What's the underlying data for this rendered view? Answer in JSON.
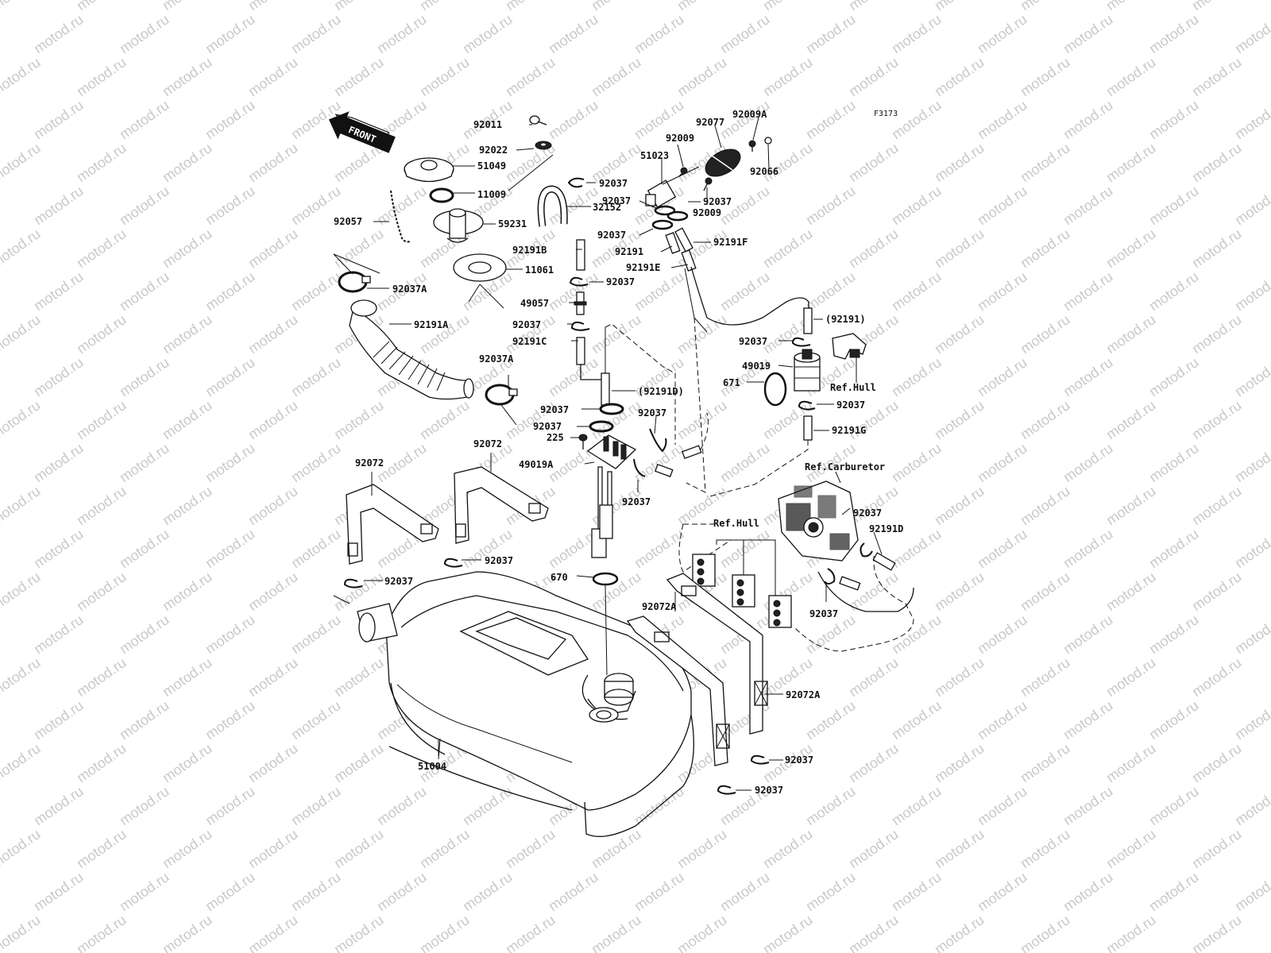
{
  "watermark": "motod.ru",
  "figure_code": "F3173",
  "front_label": "FRONT",
  "labels": {
    "p92011": "92011",
    "p92022": "92022",
    "p51049": "51049",
    "p11009": "11009",
    "p92057": "92057",
    "p59231": "59231",
    "p11061": "11061",
    "p92037A_top": "92037A",
    "p92191A": "92191A",
    "p92037A_mid": "92037A",
    "p92037_a": "92037",
    "p32152": "32152",
    "p92191B": "92191B",
    "p92037_b": "92037",
    "p49057": "49057",
    "p92037_c": "92037",
    "p92191C": "92191C",
    "p92191D_paren": "(92191D)",
    "p92037_d": "92037",
    "p92037_e": "92037",
    "p225": "225",
    "p49019A": "49019A",
    "p92037_f": "92037",
    "p92037_g": "92037",
    "p92072_left": "92072",
    "p92072_mid": "92072",
    "p92037_h": "92037",
    "p92037_i": "92037",
    "p670": "670",
    "p51004": "51004",
    "p51023": "51023",
    "p92009_a": "92009",
    "p92077": "92077",
    "p92009A": "92009A",
    "p92066": "92066",
    "p92009_b": "92009",
    "p92037_j": "92037",
    "p92037_k": "92037",
    "p92037_l": "92037",
    "p92191F": "92191F",
    "p92191": "92191",
    "p92191E": "92191E",
    "p92191_paren": "(92191)",
    "p92037_m": "92037",
    "p49019": "49019",
    "p671": "671",
    "p92037_n": "92037",
    "p92191G": "92191G",
    "ref_hull_1": "Ref.Hull",
    "ref_carburetor": "Ref.Carburetor",
    "ref_hull_2": "Ref.Hull",
    "p92037_o": "92037",
    "p92191D": "92191D",
    "p92037_p": "92037",
    "p92072A_a": "92072A",
    "p92072A_b": "92072A",
    "p92037_q": "92037",
    "p92037_r": "92037"
  }
}
